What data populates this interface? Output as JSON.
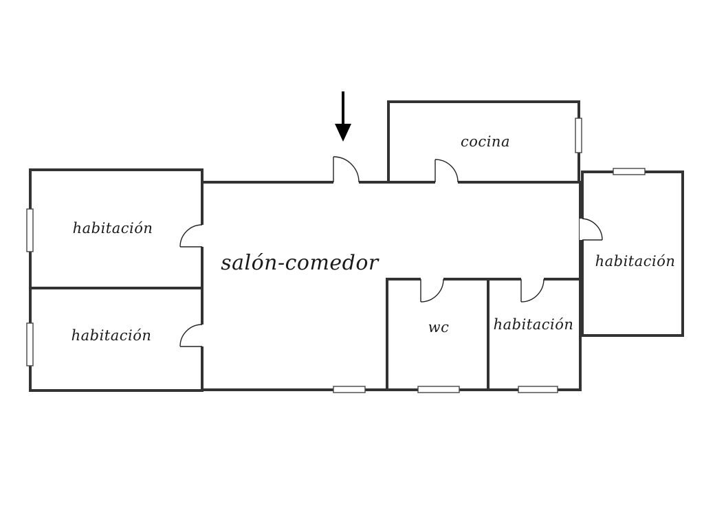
{
  "rooms": {
    "salon_comedor": "salón-comedor",
    "cocina": "cocina",
    "habitacion_top_left": "habitación",
    "habitacion_bottom_left": "habitación",
    "habitacion_right": "habitación",
    "habitacion_small": "habitación",
    "wc": "wc"
  },
  "icons": {
    "entrance": "down-arrow-icon",
    "door": "door-swing-icon",
    "window": "window-icon"
  },
  "colors": {
    "wall": "#333333",
    "background": "#ffffff",
    "text": "#1a1a1a"
  }
}
